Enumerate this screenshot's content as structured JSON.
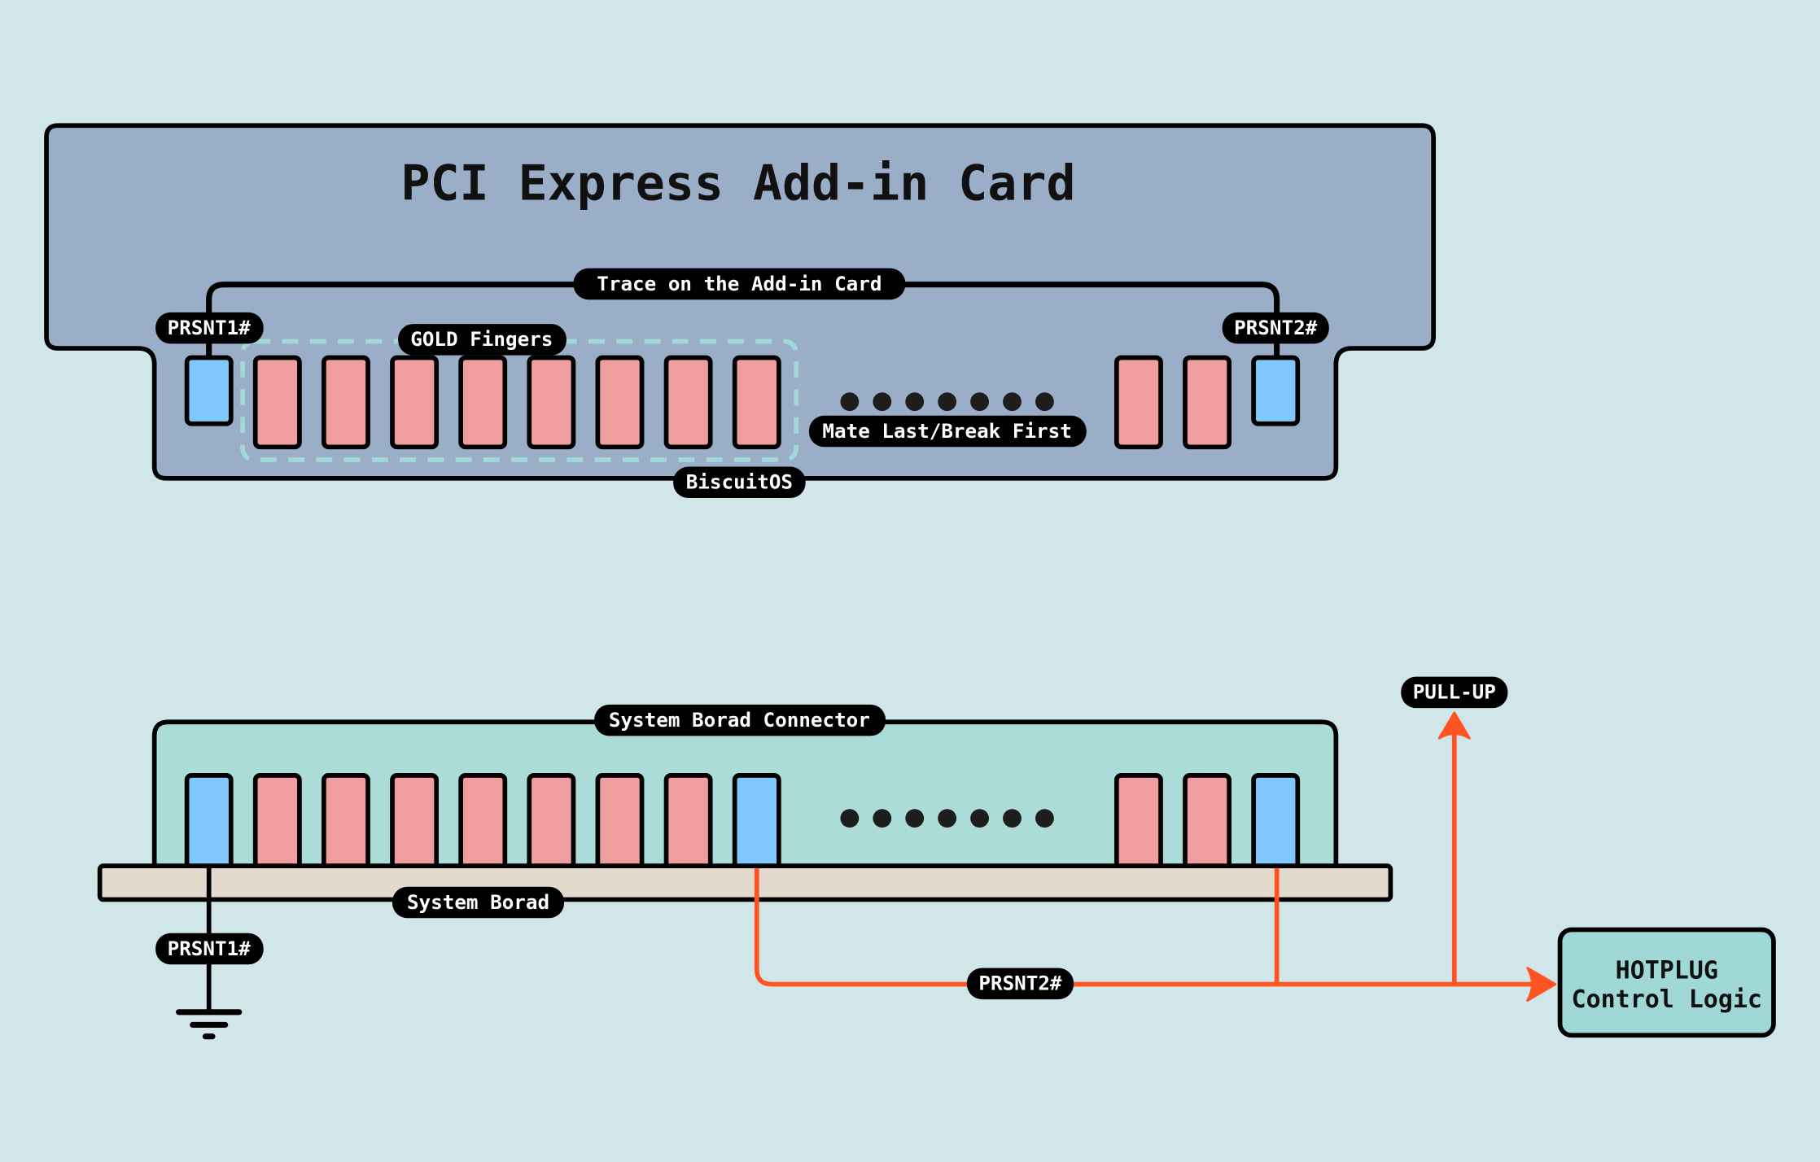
{
  "colors": {
    "background": "#d1e6e8",
    "card": "#9aaec8",
    "connector": "#acdcd7",
    "board": "#e3d9cd",
    "pin_signal": "#ef9d9f",
    "pin_presence": "#7fc7fd",
    "hotplug_line": "#ff5322",
    "gold_fingers_outline": "#a2d8d5",
    "hotplug_box": "#9fd8d6"
  },
  "card": {
    "title": "PCI Express Add-in Card",
    "trace_label": "Trace on the Add-in Card",
    "prsnt1_label": "PRSNT1#",
    "prsnt2_label": "PRSNT2#",
    "gold_fingers_label": "GOLD Fingers",
    "mate_label": "Mate Last/Break First",
    "watermark": "BiscuitOS",
    "pins": [
      "presence",
      "signal",
      "signal",
      "signal",
      "signal",
      "signal",
      "signal",
      "signal",
      "signal",
      "ellipsis",
      "signal",
      "signal",
      "presence"
    ]
  },
  "connector": {
    "label": "System Borad Connector",
    "pins": [
      "presence",
      "signal",
      "signal",
      "signal",
      "signal",
      "signal",
      "signal",
      "signal",
      "presence",
      "ellipsis",
      "signal",
      "signal",
      "presence"
    ]
  },
  "board": {
    "label": "System Borad",
    "prsnt1_label": "PRSNT1#",
    "prsnt2_label": "PRSNT2#",
    "pullup_label": "PULL-UP",
    "ground_symbol": "ground-icon"
  },
  "hotplug": {
    "line1": "HOTPLUG",
    "line2": "Control Logic"
  }
}
